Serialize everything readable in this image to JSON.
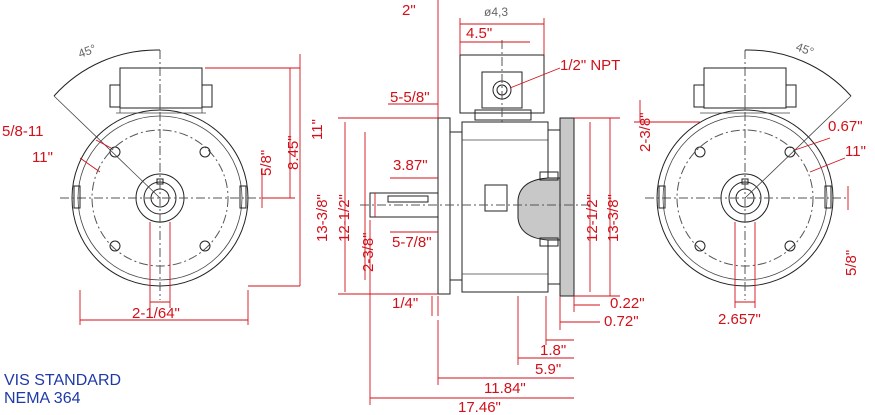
{
  "caption": {
    "line1": "VIS STANDARD",
    "line2": "NEMA 364"
  },
  "dimensions": {
    "angle_left": "45°",
    "angle_right": "45°",
    "bolt_thread": "5/8-11",
    "hole_left": "11\"",
    "key_left": "5/8\"",
    "height_845": "8.45\"",
    "height_11": "11\"",
    "shaft_center": "2-1/64\"",
    "top_2": "2\"",
    "top_dia": "ø4,3",
    "top_45": "4.5\"",
    "npt": "1/2\" NPT",
    "d_5_5_8": "5-5/8\"",
    "d_3_87": "3.87\"",
    "d_13_3_8_left": "13-3/8\"",
    "d_12_1_2_left": "12-1/2\"",
    "d_2_3_8": "2-3/8\"",
    "d_5_7_8": "5-7/8\"",
    "d_12_1_2_right": "12-1/2\"",
    "d_13_3_8_right": "13-3/8\"",
    "d_1_4": "1/4\"",
    "d_0_22": "0.22\"",
    "d_0_72": "0.72\"",
    "d_1_8": "1.8\"",
    "d_5_9": "5.9\"",
    "d_11_84": "11.84\"",
    "d_17_46": "17.46\"",
    "r_2_3_8": "2-3/8\"",
    "r_0_67": "0.67\"",
    "r_11": "11\"",
    "r_5_8": "5/8\"",
    "r_2_657": "2.657\""
  }
}
